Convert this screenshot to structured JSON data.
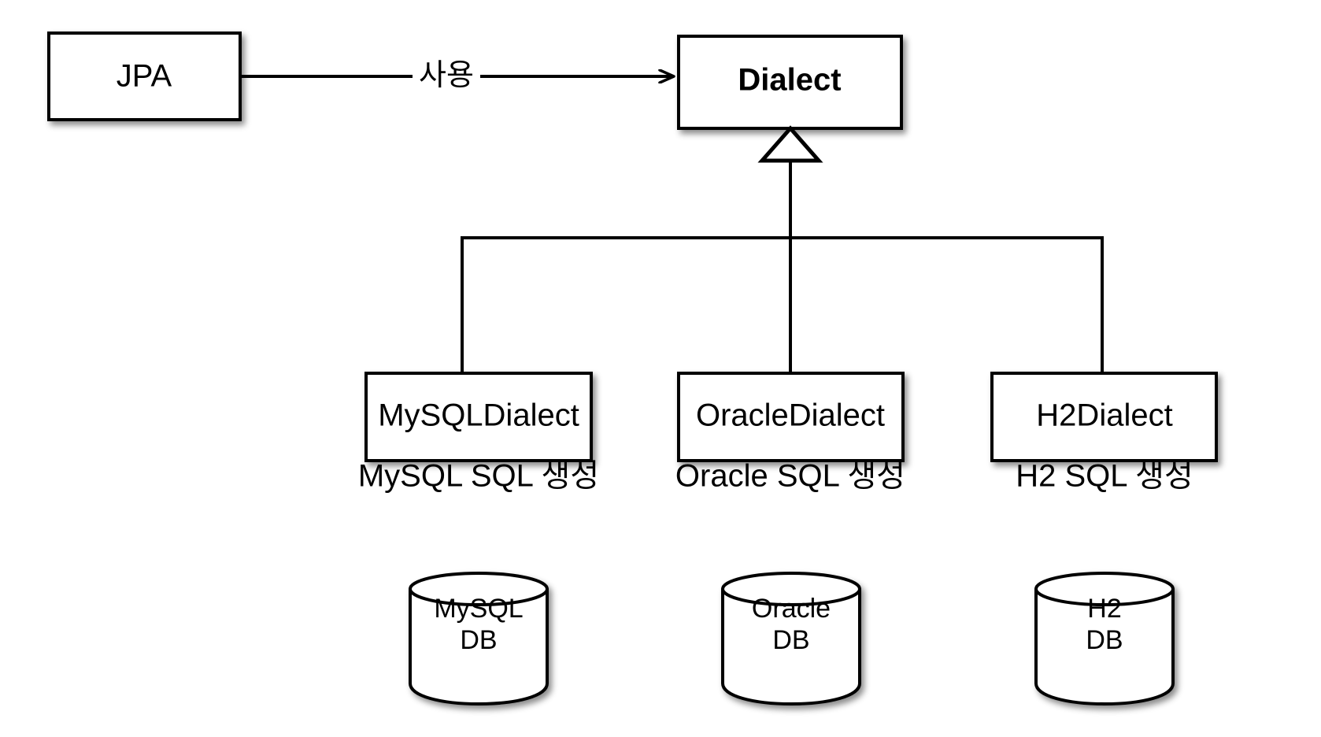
{
  "diagram": {
    "title": "JPA Dialect",
    "background_color": "#ffffff",
    "stroke_color": "#000000"
  },
  "nodes": {
    "jpa": {
      "label": "JPA"
    },
    "dialect": {
      "label": "Dialect"
    },
    "mysql_dialect": {
      "label": "MySQLDialect"
    },
    "oracle_dialect": {
      "label": "OracleDialect"
    },
    "h2_dialect": {
      "label": "H2Dialect"
    }
  },
  "edges": {
    "uses": {
      "label": "사용",
      "from": "JPA",
      "to": "Dialect",
      "type": "association-arrow"
    },
    "inheritance": {
      "label": "",
      "from": "MySQLDialect, OracleDialect, H2Dialect",
      "to": "Dialect",
      "type": "generalization"
    }
  },
  "captions": [
    {
      "text": "MySQL SQL 생성"
    },
    {
      "text": "Oracle SQL 생성"
    },
    {
      "text": "H2 SQL 생성"
    }
  ],
  "databases": [
    {
      "line1": "MySQL",
      "line2": "DB"
    },
    {
      "line1": "Oracle",
      "line2": "DB"
    },
    {
      "line1": "H2",
      "line2": "DB"
    }
  ]
}
